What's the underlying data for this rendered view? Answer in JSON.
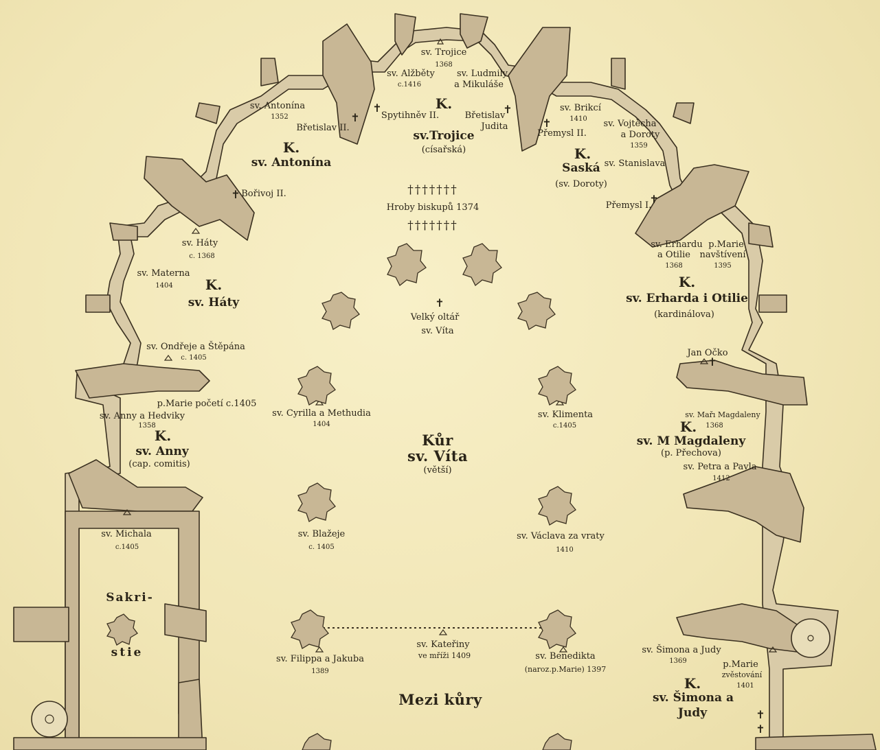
{
  "labels": {
    "trojice_small": "sv. Trojice",
    "trojice_year": "1368",
    "alzbety": "sv. Alžběty",
    "alzbety_year": "c.1416",
    "ludmily_1": "sv. Ludmily",
    "ludmily_2": "a Mikuláše",
    "spytihnev": "Spytihněv II.",
    "bretislav_judita_1": "Břetislav",
    "bretislav_judita_2": "Judita",
    "k_trojice": "K.",
    "trojice_big": "sv.Trojice",
    "trojice_sub": "(císařská)",
    "antonina_small": "sv. Antonína",
    "antonina_year": "1352",
    "bretislav2": "Břetislav II.",
    "k_antonina": "K.",
    "antonina_big": "sv. Antonína",
    "borivoj": "Bořivoj II.",
    "hroby_crosses": "†††††††",
    "hroby": "Hroby biskupů 1374",
    "brikci": "sv. Brikcí",
    "brikci_year": "1410",
    "premysl2": "Přemysl II.",
    "vojtecha_1": "sv. Vojtěcha",
    "vojtecha_2": "a Doroty",
    "vojtecha_year": "1359",
    "k_saska": "K.",
    "saska": "Saská",
    "saska_sub": "(sv. Doroty)",
    "stanislava": "sv. Stanislava",
    "premysl1": "Přemysl I.",
    "haty_small": "sv. Háty",
    "haty_year": "c. 1368",
    "materna": "sv. Materna",
    "materna_year": "1404",
    "k_haty": "K.",
    "haty_big": "sv. Háty",
    "erharda_1": "sv. Erhardu",
    "erharda_2": "a Otilie",
    "erharda_year": "1368",
    "marie_nav_1": "p.Marie",
    "marie_nav_2": "navštívení",
    "marie_nav_year": "1395",
    "k_erharda": "K.",
    "erharda_big": "sv. Erharda i Otilie",
    "erharda_sub": "(kardinálova)",
    "oltar_1": "Velký oltář",
    "oltar_2": "sv. Víta",
    "ondreje": "sv. Ondřeje a Štěpána",
    "ondreje_year": "c. 1405",
    "jan_ocko": "Jan Očko",
    "marie_poceti": "p.Marie početí c.1405",
    "anny_small": "sv. Anny a Hedviky",
    "anny_year": "1358",
    "k_anny": "K.",
    "anny_big": "sv. Anny",
    "anny_sub": "(cap. comitis)",
    "cyrilla": "sv. Cyrilla a Methudia",
    "cyrilla_year": "1404",
    "kur_1": "Kůr",
    "kur_2": "sv. Víta",
    "kur_3": "(větší)",
    "klimenta": "sv. Klimenta",
    "klimenta_year": "c.1405",
    "magdaleny_small": "sv. Mařı Magdaleny",
    "magdaleny_year": "1368",
    "k_magdaleny": "K.",
    "magdaleny_big": "sv. M Magdaleny",
    "magdaleny_sub": "(p. Přechova)",
    "petra": "sv. Petra a Pavla",
    "petra_year": "1412",
    "michala": "sv. Michala",
    "michala_year": "c.1405",
    "blazeje": "sv. Blažeje",
    "blazeje_year": "c. 1405",
    "vaclava": "sv. Václava za vraty",
    "vaclava_year": "1410",
    "sakri_1": "Sakri-",
    "sakri_2": "stie",
    "kateriny": "sv. Kateřiny",
    "kateriny_2": "ve mříži 1409",
    "filippa": "sv. Filippa a Jakuba",
    "filippa_year": "1389",
    "benedikta": "sv. Benedikta",
    "benedikta_2": "(naroz.p.Marie) 1397",
    "simona_small": "sv. Šimona a Judy",
    "simona_year": "1369",
    "marie_zv_1": "p.Marie",
    "marie_zv_2": "zvěstování",
    "marie_zv_year": "1401",
    "k_simona": "K.",
    "simona_big": "sv. Šimona a",
    "judy_big": "Judy",
    "mezi": "Mezi kůry"
  },
  "colors": {
    "paper": "#f3eabf",
    "wall": "#c9b898",
    "ink": "#2a2418"
  }
}
